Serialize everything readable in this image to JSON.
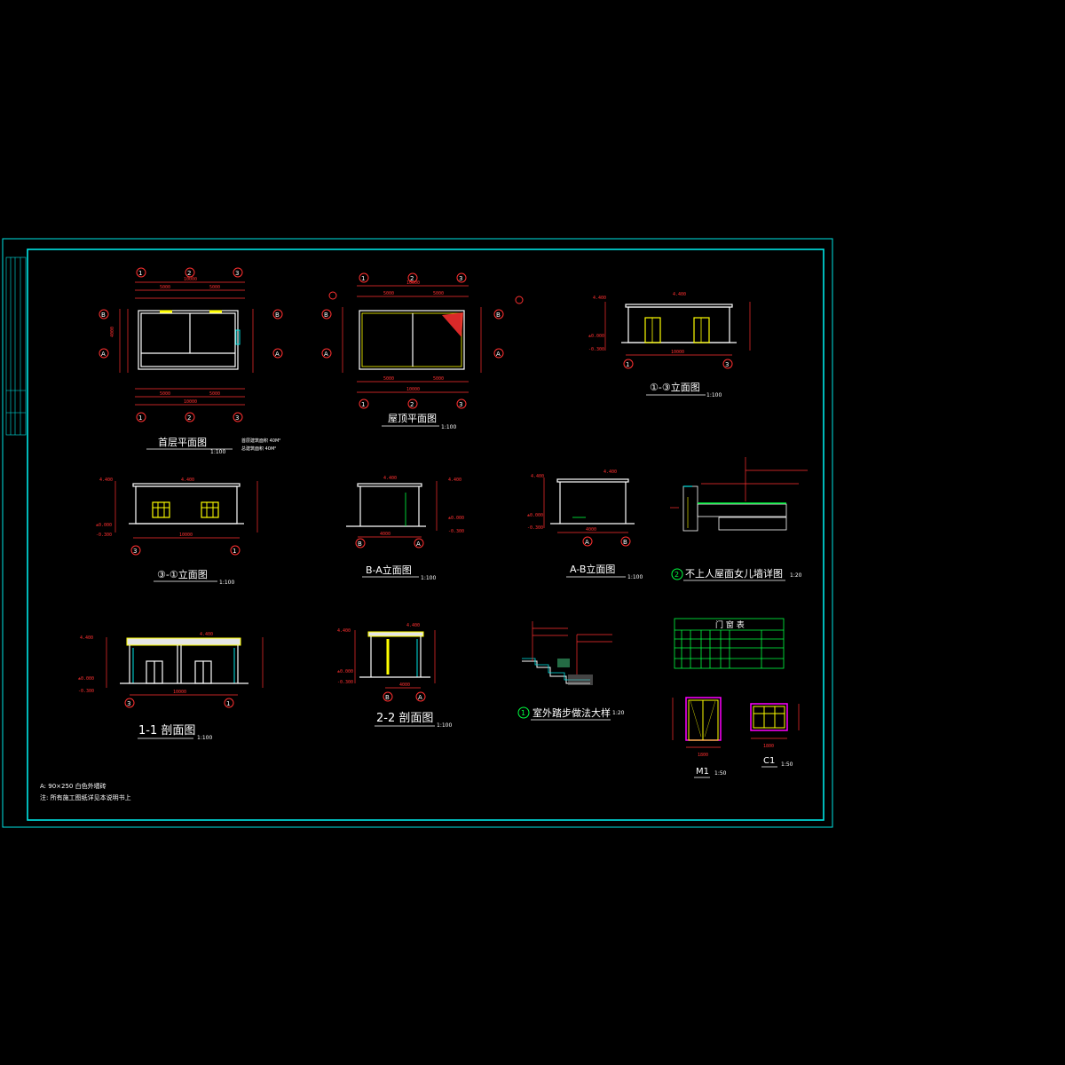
{
  "colors": {
    "background": "#000000",
    "frame": "#00e5e5",
    "dimension": "#ff3030",
    "wall": "#ffffff",
    "window": "#ffff00",
    "table": "#00ff40",
    "door": "#ff00ff"
  },
  "drawings": {
    "ground_plan": {
      "title": "首层平面图",
      "scale": "1:100",
      "area_note_1": "首层建筑面积 40M²",
      "area_note_2": "总建筑面积 40M²"
    },
    "roof_plan": {
      "title": "屋顶平面图",
      "scale": "1:100"
    },
    "elev_1_3": {
      "title": "①-③立面图",
      "scale": "1:100"
    },
    "elev_3_1": {
      "title": "③-①立面图",
      "scale": "1:100"
    },
    "elev_b_a": {
      "title": "B-A立面图",
      "scale": "1:100"
    },
    "elev_a_b": {
      "title": "A-B立面图",
      "scale": "1:100"
    },
    "parapet_detail": {
      "num": "2",
      "title": "不上人屋面女儿墙详图",
      "scale": "1:20"
    },
    "section_1_1": {
      "title": "1-1 剖面图",
      "scale": "1:100"
    },
    "section_2_2": {
      "title": "2-2 剖面图",
      "scale": "1:100"
    },
    "step_detail": {
      "num": "1",
      "title": "室外踏步做法大样",
      "scale": "1:20"
    },
    "door_table": {
      "title": "门 窗 表"
    },
    "door_m1": {
      "title": "M1",
      "scale": "1:50"
    },
    "window_c1": {
      "title": "C1",
      "scale": "1:50"
    }
  },
  "grid_labels": {
    "one": "1",
    "two": "2",
    "three": "3",
    "a": "A",
    "b": "B"
  },
  "dims": {
    "total_width": "10000",
    "half": "5000",
    "depth": "4000",
    "height": "4.400",
    "level_zero": "±0.000",
    "level_neg": "-0.300",
    "m1_width": "1800",
    "c1_width": "1800"
  },
  "notes": {
    "line1": "A: 90×250 白色外墙砖",
    "line2": "注: 所有施工图纸详见本说明书上"
  }
}
